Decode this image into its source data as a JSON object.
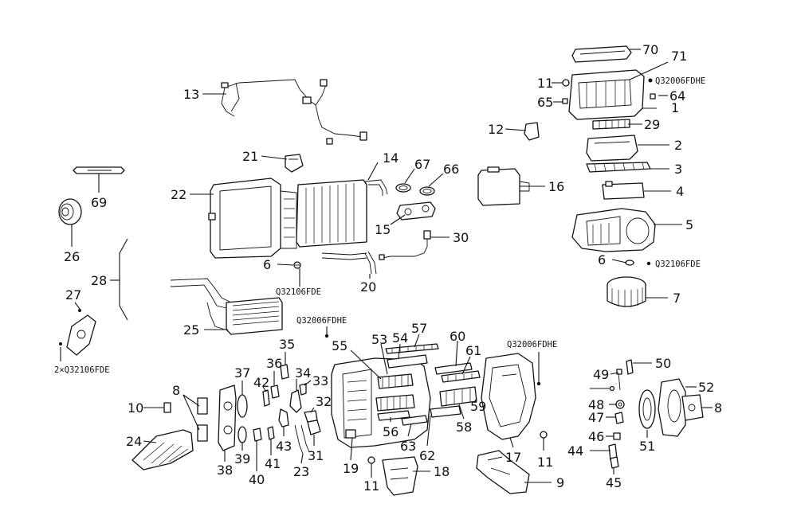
{
  "diagram": {
    "callouts": [
      {
        "id": "p1",
        "text": "1"
      },
      {
        "id": "p2",
        "text": "2"
      },
      {
        "id": "p3",
        "text": "3"
      },
      {
        "id": "p4",
        "text": "4"
      },
      {
        "id": "p5",
        "text": "5"
      },
      {
        "id": "p6a",
        "text": "6"
      },
      {
        "id": "p6b",
        "text": "6"
      },
      {
        "id": "p7",
        "text": "7"
      },
      {
        "id": "p8a",
        "text": "8"
      },
      {
        "id": "p8b",
        "text": "8"
      },
      {
        "id": "p9",
        "text": "9"
      },
      {
        "id": "p10",
        "text": "10"
      },
      {
        "id": "p11a",
        "text": "11"
      },
      {
        "id": "p11b",
        "text": "11"
      },
      {
        "id": "p11c",
        "text": "11"
      },
      {
        "id": "p12",
        "text": "12"
      },
      {
        "id": "p13",
        "text": "13"
      },
      {
        "id": "p14",
        "text": "14"
      },
      {
        "id": "p15",
        "text": "15"
      },
      {
        "id": "p16",
        "text": "16"
      },
      {
        "id": "p17",
        "text": "17"
      },
      {
        "id": "p18",
        "text": "18"
      },
      {
        "id": "p19",
        "text": "19"
      },
      {
        "id": "p20",
        "text": "20"
      },
      {
        "id": "p21",
        "text": "21"
      },
      {
        "id": "p22",
        "text": "22"
      },
      {
        "id": "p23",
        "text": "23"
      },
      {
        "id": "p24",
        "text": "24"
      },
      {
        "id": "p25",
        "text": "25"
      },
      {
        "id": "p26",
        "text": "26"
      },
      {
        "id": "p27",
        "text": "27"
      },
      {
        "id": "p28",
        "text": "28"
      },
      {
        "id": "p29",
        "text": "29"
      },
      {
        "id": "p30",
        "text": "30"
      },
      {
        "id": "p31",
        "text": "31"
      },
      {
        "id": "p32",
        "text": "32"
      },
      {
        "id": "p33",
        "text": "33"
      },
      {
        "id": "p34",
        "text": "34"
      },
      {
        "id": "p35",
        "text": "35"
      },
      {
        "id": "p36",
        "text": "36"
      },
      {
        "id": "p37",
        "text": "37"
      },
      {
        "id": "p38",
        "text": "38"
      },
      {
        "id": "p39",
        "text": "39"
      },
      {
        "id": "p40",
        "text": "40"
      },
      {
        "id": "p41",
        "text": "41"
      },
      {
        "id": "p42",
        "text": "42"
      },
      {
        "id": "p43",
        "text": "43"
      },
      {
        "id": "p44",
        "text": "44"
      },
      {
        "id": "p45",
        "text": "45"
      },
      {
        "id": "p46",
        "text": "46"
      },
      {
        "id": "p47",
        "text": "47"
      },
      {
        "id": "p48",
        "text": "48"
      },
      {
        "id": "p49",
        "text": "49"
      },
      {
        "id": "p50",
        "text": "50"
      },
      {
        "id": "p51",
        "text": "51"
      },
      {
        "id": "p52",
        "text": "52"
      },
      {
        "id": "p53",
        "text": "53"
      },
      {
        "id": "p54",
        "text": "54"
      },
      {
        "id": "p55",
        "text": "55"
      },
      {
        "id": "p56",
        "text": "56"
      },
      {
        "id": "p57",
        "text": "57"
      },
      {
        "id": "p58",
        "text": "58"
      },
      {
        "id": "p59",
        "text": "59"
      },
      {
        "id": "p60",
        "text": "60"
      },
      {
        "id": "p61",
        "text": "61"
      },
      {
        "id": "p62",
        "text": "62"
      },
      {
        "id": "p63",
        "text": "63"
      },
      {
        "id": "p64",
        "text": "64"
      },
      {
        "id": "p65",
        "text": "65"
      },
      {
        "id": "p66",
        "text": "66"
      },
      {
        "id": "p67",
        "text": "67"
      },
      {
        "id": "p69",
        "text": "69"
      },
      {
        "id": "p70",
        "text": "70"
      },
      {
        "id": "p71",
        "text": "71"
      }
    ],
    "fastener_codes": [
      {
        "id": "c1",
        "text": "Q32006FDHE"
      },
      {
        "id": "c2",
        "text": "Q32106FDE"
      },
      {
        "id": "c3",
        "text": "Q32106FDE"
      },
      {
        "id": "c4",
        "text": "2×Q32106FDE"
      },
      {
        "id": "c5",
        "text": "Q32006FDHE"
      },
      {
        "id": "c6",
        "text": "Q32006FDHE"
      }
    ]
  }
}
